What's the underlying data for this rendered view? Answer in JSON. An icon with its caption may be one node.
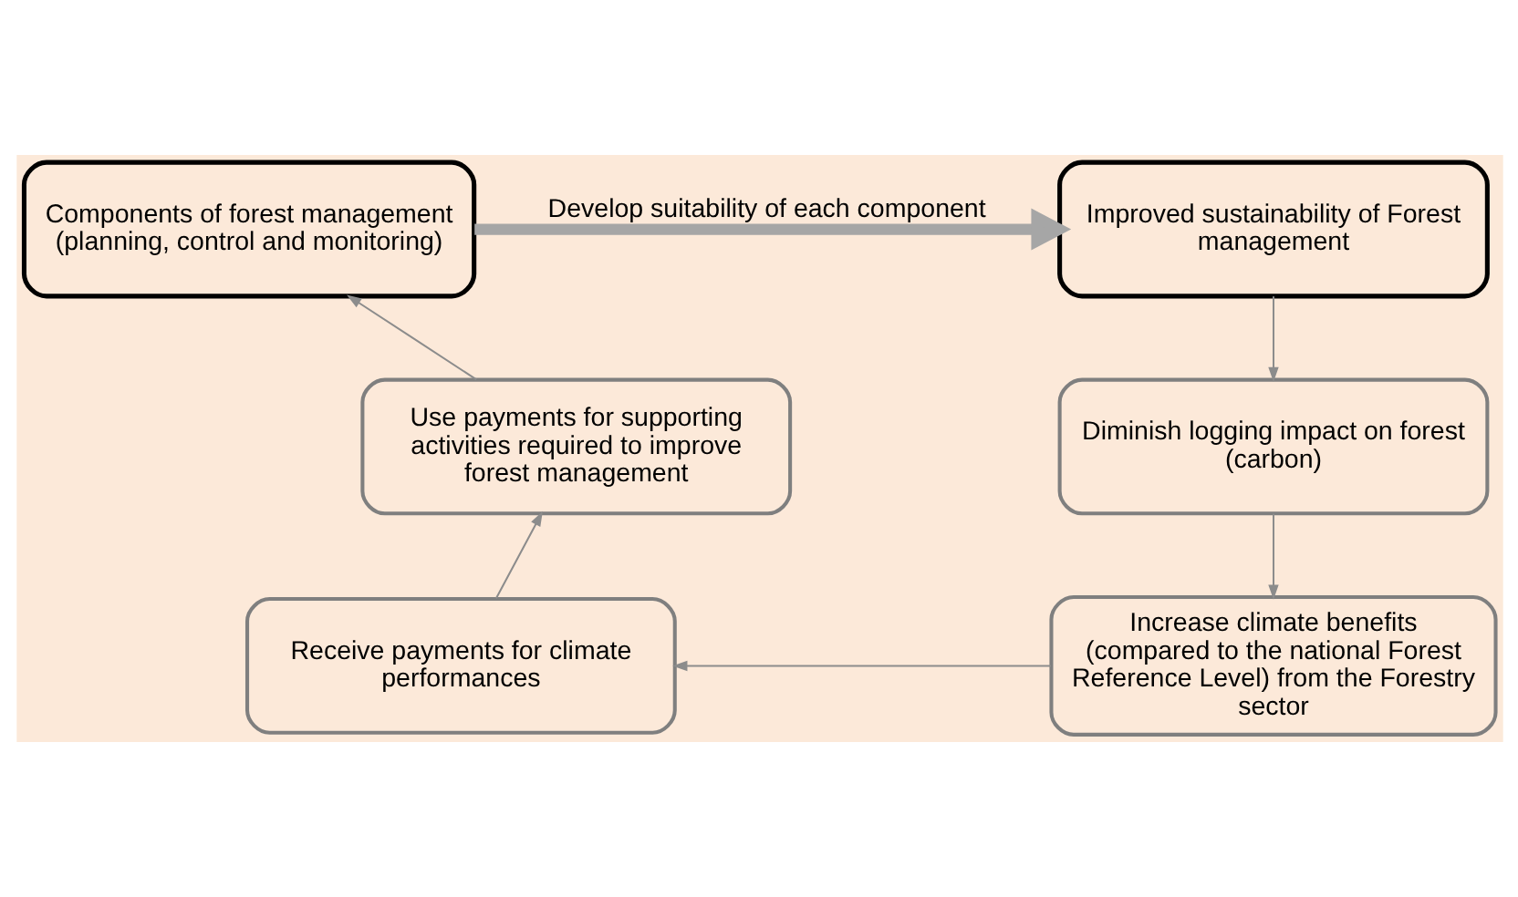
{
  "diagram": {
    "nodes": [
      {
        "text": [
          "Components of forest management (planning, control and monitoring)"
        ]
      },
      {
        "text": [
          "Improved sustainability of Forest management"
        ]
      },
      {
        "text": [
          "Diminish logging impact on forest (carbon)"
        ]
      },
      {
        "text": [
          "Increase climate benefits (compared to the national Forest Reference Level) from the Forestry sector"
        ]
      },
      {
        "text": [
          "Receive payments for climate performances"
        ]
      },
      {
        "text": [
          "Use payments for supporting activities required to improve forest management"
        ]
      }
    ],
    "edges": [
      {
        "from": 0,
        "to": 1,
        "arrow": "to",
        "label": "Develop suitability of each component",
        "style": "thick",
        "color": "#a6a6a6"
      },
      {
        "from": 1,
        "to": 2,
        "arrow": "to"
      },
      {
        "from": 2,
        "to": 3,
        "arrow": "to"
      },
      {
        "from": 3,
        "to": 4,
        "arrow": "to"
      },
      {
        "from": 4,
        "to": 5,
        "arrow": "to"
      },
      {
        "from": 5,
        "to": 0,
        "arrow": "to"
      }
    ]
  }
}
